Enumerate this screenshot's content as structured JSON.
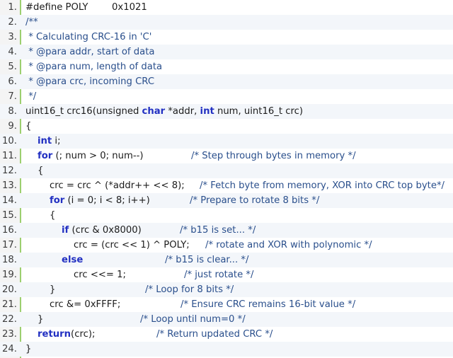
{
  "editor": {
    "lines": [
      {
        "num": "1.",
        "indent": 0,
        "parts": [
          {
            "t": "#define POLY        0x1021",
            "c": "pre"
          }
        ]
      },
      {
        "num": "2.",
        "indent": 0,
        "parts": [
          {
            "t": "/**",
            "c": "cmt"
          }
        ]
      },
      {
        "num": "3.",
        "indent": 0,
        "parts": [
          {
            "t": " * Calculating CRC-16 in 'C'",
            "c": "cmt"
          }
        ]
      },
      {
        "num": "4.",
        "indent": 0,
        "parts": [
          {
            "t": " * @para addr, start of data",
            "c": "cmt"
          }
        ]
      },
      {
        "num": "5.",
        "indent": 0,
        "parts": [
          {
            "t": " * @para num, length of data",
            "c": "cmt"
          }
        ]
      },
      {
        "num": "6.",
        "indent": 0,
        "parts": [
          {
            "t": " * @para crc, incoming CRC",
            "c": "cmt"
          }
        ]
      },
      {
        "num": "7.",
        "indent": 0,
        "parts": [
          {
            "t": " */",
            "c": "cmt"
          }
        ]
      },
      {
        "num": "8.",
        "indent": 0,
        "parts": [
          {
            "t": "uint16_t crc16(unsigned ",
            "c": ""
          },
          {
            "t": "char",
            "c": "kw"
          },
          {
            "t": " *addr, ",
            "c": ""
          },
          {
            "t": "int",
            "c": "kw"
          },
          {
            "t": " num, uint16_t crc)",
            "c": ""
          }
        ]
      },
      {
        "num": "9.",
        "indent": 0,
        "parts": [
          {
            "t": "{",
            "c": ""
          }
        ]
      },
      {
        "num": "10.",
        "indent": 1,
        "parts": [
          {
            "t": "int",
            "c": "kw"
          },
          {
            "t": " i;",
            "c": ""
          }
        ]
      },
      {
        "num": "11.",
        "indent": 1,
        "parts": [
          {
            "t": "for",
            "c": "kw"
          },
          {
            "t": " (; num > 0; num--)",
            "c": ""
          }
        ],
        "comment": "/* Step through bytes in memory */",
        "commentCol": 270
      },
      {
        "num": "12.",
        "indent": 1,
        "parts": [
          {
            "t": "{",
            "c": ""
          }
        ]
      },
      {
        "num": "13.",
        "indent": 2,
        "parts": [
          {
            "t": "crc = crc ^ (*addr++ << 8);",
            "c": ""
          }
        ],
        "comment": "/* Fetch byte from memory, XOR into CRC top byte*/",
        "commentCol": 282
      },
      {
        "num": "14.",
        "indent": 2,
        "parts": [
          {
            "t": "for",
            "c": "kw"
          },
          {
            "t": " (i = 0; i < 8; i++)",
            "c": ""
          }
        ],
        "comment": "/* Prepare to rotate 8 bits */",
        "commentCol": 268
      },
      {
        "num": "15.",
        "indent": 2,
        "parts": [
          {
            "t": "{",
            "c": ""
          }
        ]
      },
      {
        "num": "16.",
        "indent": 3,
        "parts": [
          {
            "t": "if",
            "c": "kw"
          },
          {
            "t": " (crc & 0x8000)",
            "c": ""
          }
        ],
        "comment": "/* b15 is set... */",
        "commentCol": 254
      },
      {
        "num": "17.",
        "indent": 4,
        "parts": [
          {
            "t": "crc = (crc << 1) ^ POLY;",
            "c": ""
          }
        ],
        "comment": "/* rotate and XOR with polynomic */",
        "commentCol": 290
      },
      {
        "num": "18.",
        "indent": 3,
        "parts": [
          {
            "t": "else",
            "c": "kw"
          }
        ],
        "comment": "/* b15 is clear... */",
        "commentCol": 233
      },
      {
        "num": "19.",
        "indent": 4,
        "parts": [
          {
            "t": "crc <<= 1;",
            "c": ""
          }
        ],
        "comment": "/* just rotate */",
        "commentCol": 260
      },
      {
        "num": "20.",
        "indent": 2,
        "parts": [
          {
            "t": "}",
            "c": ""
          }
        ],
        "comment": "/* Loop for 8 bits */",
        "commentCol": 205
      },
      {
        "num": "21.",
        "indent": 2,
        "parts": [
          {
            "t": "crc &= 0xFFFF;",
            "c": ""
          }
        ],
        "comment": "/* Ensure CRC remains 16-bit value */",
        "commentCol": 255
      },
      {
        "num": "22.",
        "indent": 1,
        "parts": [
          {
            "t": "}",
            "c": ""
          }
        ],
        "comment": "/* Loop until num=0 */",
        "commentCol": 198
      },
      {
        "num": "23.",
        "indent": 1,
        "parts": [
          {
            "t": "return",
            "c": "kw"
          },
          {
            "t": "(crc);",
            "c": ""
          }
        ],
        "comment": "/* Return updated CRC */",
        "commentCol": 221
      },
      {
        "num": "24.",
        "indent": 0,
        "parts": [
          {
            "t": "}",
            "c": ""
          }
        ]
      }
    ]
  },
  "colors": {
    "gutter_border": "#9ccf6f",
    "keyword": "#2230c2",
    "comment": "#2a4f8c",
    "text": "#1c1c1c",
    "stripe": "#f3f6fa"
  }
}
